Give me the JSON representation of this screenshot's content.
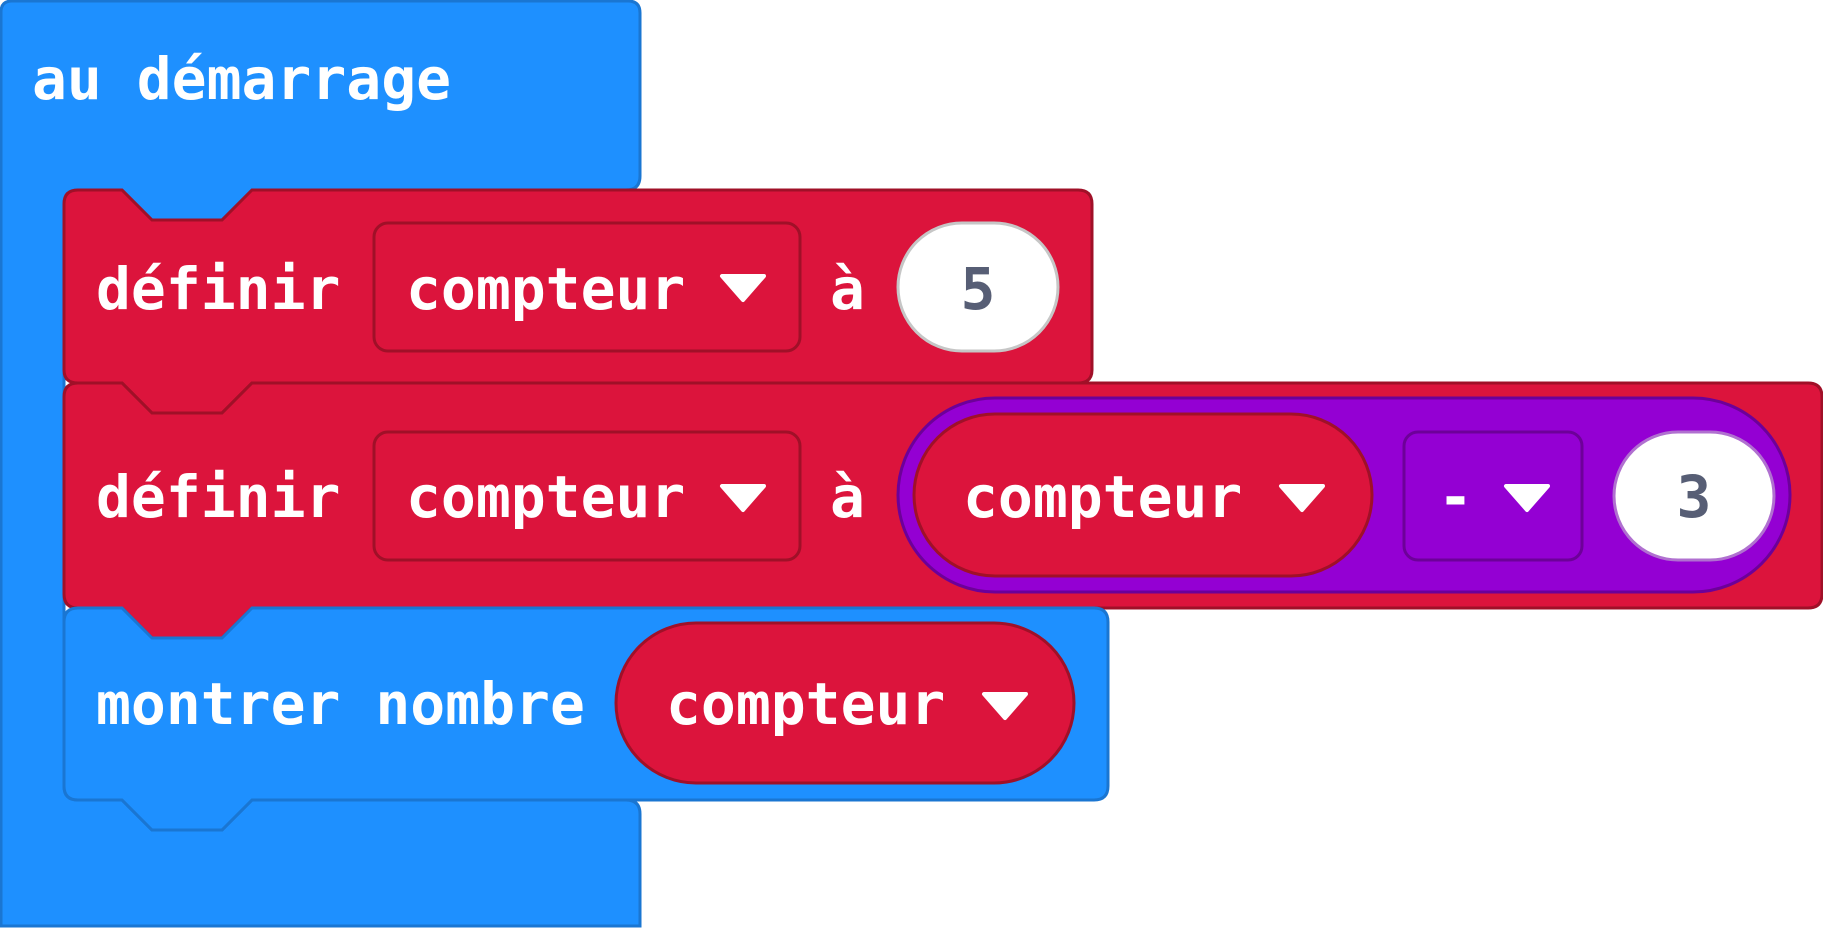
{
  "colors": {
    "event_block": "#1e90ff",
    "event_border": "#1a76d2",
    "variable_block": "#dc143c",
    "variable_border": "#a01028",
    "math_block": "#9400d3",
    "math_border": "#6d0099",
    "number_field": "#ffffff",
    "number_text": "#575e75",
    "label_text": "#ffffff"
  },
  "hat_block": {
    "label": "au démarrage"
  },
  "set_block_1": {
    "label_set": "définir",
    "variable": "compteur",
    "label_to": "à",
    "value": "5",
    "dropdown_icon": "triangle-down-icon"
  },
  "set_block_2": {
    "label_set": "définir",
    "variable": "compteur",
    "label_to": "à",
    "math": {
      "left_variable": "compteur",
      "operator": "-",
      "right_value": "3"
    },
    "dropdown_icon": "triangle-down-icon"
  },
  "show_number_block": {
    "label": "montrer nombre",
    "variable": "compteur",
    "dropdown_icon": "triangle-down-icon"
  }
}
